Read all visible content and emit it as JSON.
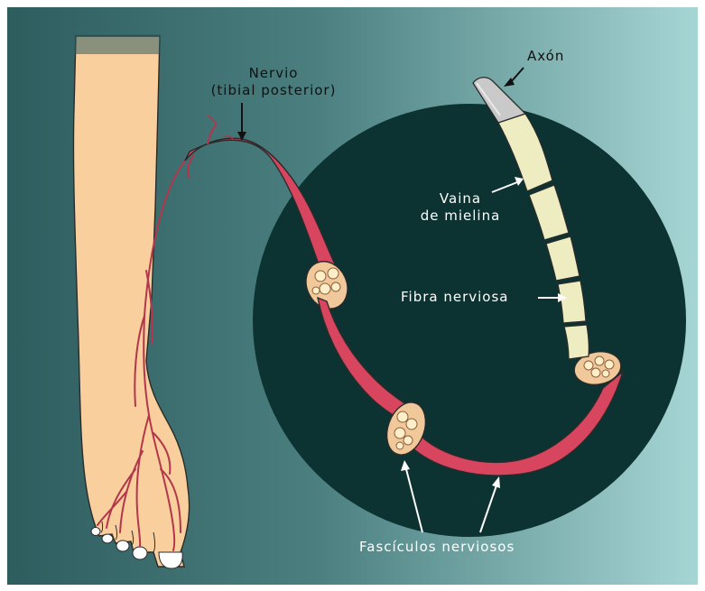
{
  "labels": {
    "nerve_line1": "Nervio",
    "nerve_line2": "(tibial posterior)",
    "axon": "Axón",
    "myelin_line1": "Vaina",
    "myelin_line2": "de mielina",
    "fiber": "Fibra nerviosa",
    "fascicles": "Fascículos nerviosos"
  },
  "colors": {
    "background_left": "#2e5d5e",
    "background_right": "#a6d6d4",
    "circle": "#0c3331",
    "skin": "#f9cf9e",
    "nerve": "#d7465e",
    "myelin": "#eeedc2",
    "axon": "#c9c9c9"
  }
}
